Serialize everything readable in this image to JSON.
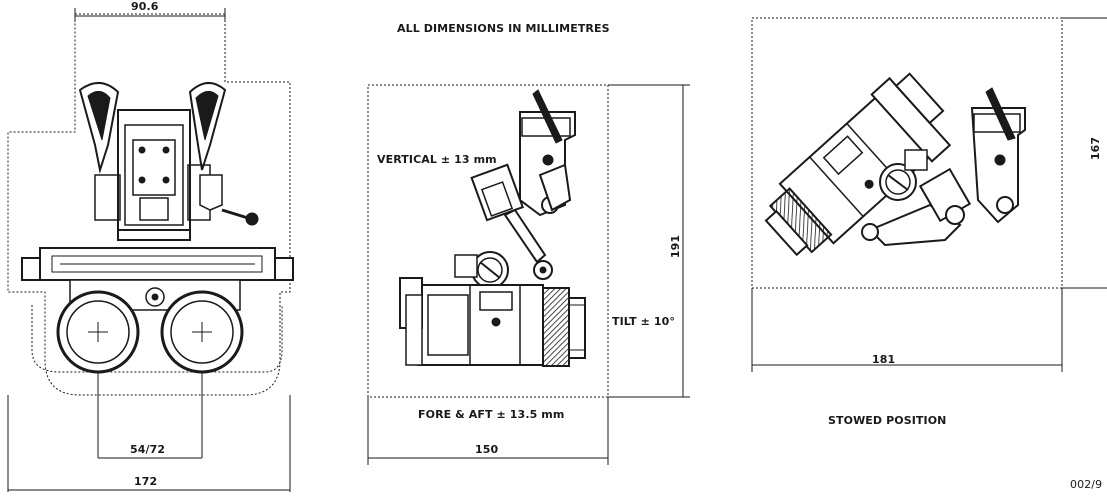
{
  "header": {
    "title": "ALL DIMENSIONS IN MILLIMETRES"
  },
  "front_view": {
    "dim_top_width": "90.6",
    "dim_eye_separation": "54/72",
    "dim_overall_width": "172"
  },
  "side_view": {
    "vertical_adjust": "VERTICAL ± 13 mm",
    "tilt_adjust": "TILT ± 10°",
    "fore_aft_adjust": "FORE & AFT ± 13.5 mm",
    "dim_height": "191",
    "dim_width": "150"
  },
  "stowed_view": {
    "dim_height": "167",
    "dim_width": "181",
    "caption": "STOWED POSITION"
  },
  "drawing_number": "002/9",
  "colors": {
    "ink": "#1a1a1a",
    "paper": "#ffffff",
    "device_shade": "#3a3a3a"
  }
}
